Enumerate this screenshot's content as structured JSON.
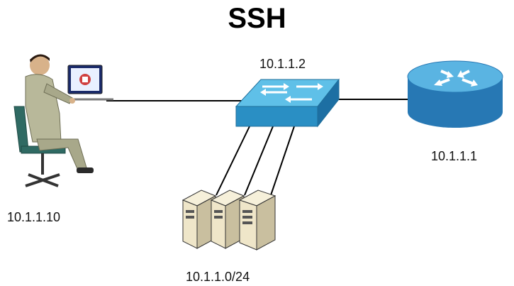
{
  "title": "SSH",
  "nodes": {
    "pc": {
      "label": "10.1.1.10",
      "icon": "user-at-laptop-icon"
    },
    "switch": {
      "label": "10.1.1.2",
      "icon": "switch-icon"
    },
    "router": {
      "label": "10.1.1.1",
      "icon": "router-icon"
    },
    "servers": {
      "label": "10.1.1.0/24",
      "icon": "server-group-icon"
    }
  },
  "colors": {
    "switch_top": "#5fc0e8",
    "switch_side": "#2a8fc4",
    "router_top": "#5ab4e2",
    "router_side": "#2778b4",
    "suit": "#b8b89a",
    "chair": "#2f6a63",
    "server": "#efe6c9",
    "link": "#000000"
  }
}
